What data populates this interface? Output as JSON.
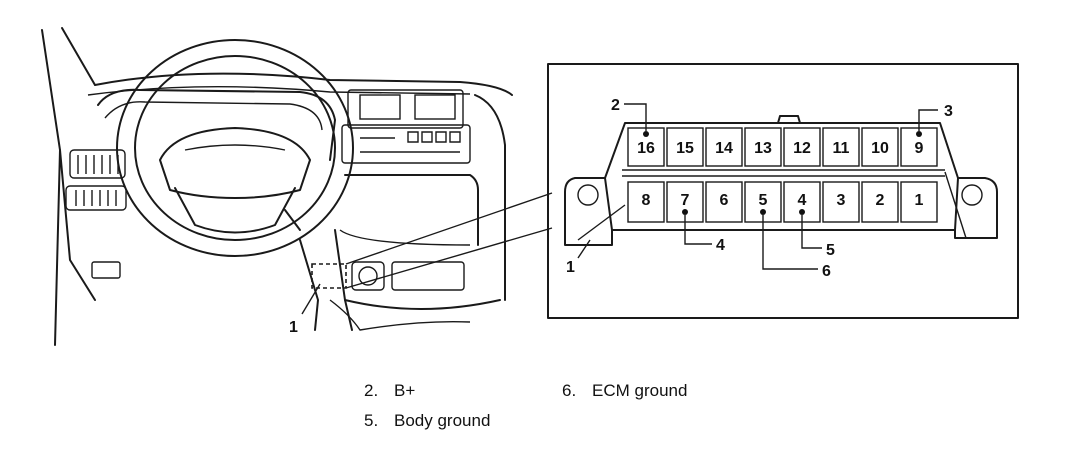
{
  "connector": {
    "top_row": [
      "16",
      "15",
      "14",
      "13",
      "12",
      "11",
      "10",
      "9"
    ],
    "bottom_row": [
      "8",
      "7",
      "6",
      "5",
      "4",
      "3",
      "2",
      "1"
    ]
  },
  "callouts": {
    "dash_connector": "1",
    "connector_body": "1",
    "pin_2": "2",
    "pin_3": "3",
    "pin_4": "4",
    "pin_5": "5",
    "pin_6": "6"
  },
  "legend": [
    {
      "num": "2.",
      "label": "B+"
    },
    {
      "num": "5.",
      "label": "Body ground"
    },
    {
      "num": "6.",
      "label": "ECM ground"
    }
  ]
}
